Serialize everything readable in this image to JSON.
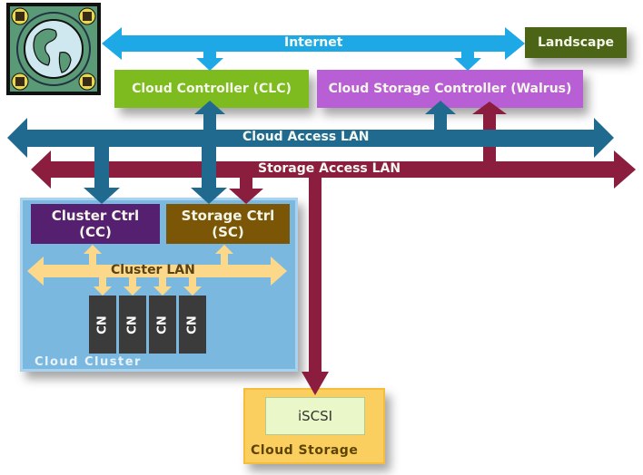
{
  "title": "Eucalyptus Cloud Architecture",
  "colors": {
    "internet": "#1ea9e6",
    "cloud_access_lan": "#206a8f",
    "storage_access_lan": "#8b1d3f",
    "cluster_lan": "#fcd98a",
    "clc": "#7dbb1f",
    "walrus": "#b95fd6",
    "landscape": "#4c6415",
    "cluster_ctrl": "#54206f",
    "storage_ctrl": "#7a5606",
    "cloud_cluster": "#7bb8e0",
    "cloud_storage": "#fbcf5f",
    "iscsi": "#eaf7c9",
    "node": "#3b3b3b"
  },
  "icons": {
    "globe": "globe-network-icon"
  },
  "networks": {
    "internet": "Internet",
    "cloud_access_lan": "Cloud Access LAN",
    "storage_access_lan": "Storage Access LAN",
    "cluster_lan": "Cluster LAN"
  },
  "components": {
    "landscape": "Landscape",
    "clc": "Cloud Controller (CLC)",
    "walrus": "Cloud Storage Controller (Walrus)",
    "cluster_ctrl_line1": "Cluster Ctrl",
    "cluster_ctrl_line2": "(CC)",
    "storage_ctrl_line1": "Storage Ctrl",
    "storage_ctrl_line2": "(SC)",
    "nodes": [
      "CN",
      "CN",
      "CN",
      "CN"
    ],
    "iscsi": "iSCSI"
  },
  "groups": {
    "cloud_cluster": "Cloud Cluster",
    "cloud_storage": "Cloud Storage"
  }
}
